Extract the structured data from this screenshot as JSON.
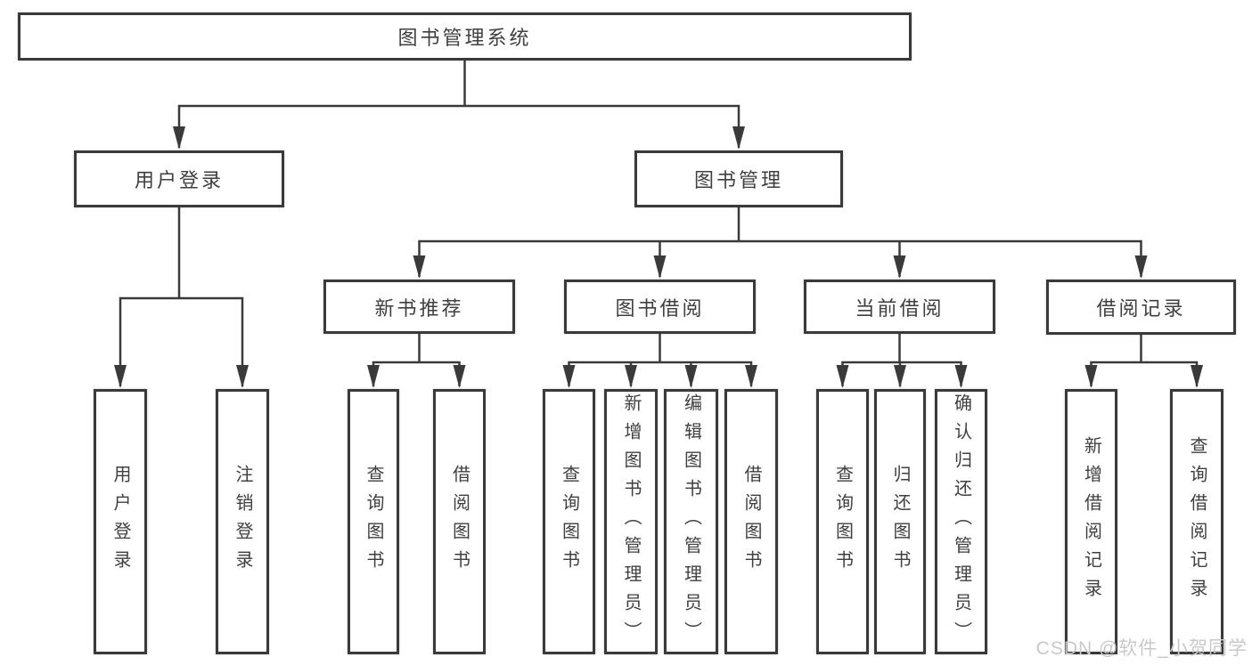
{
  "tree": {
    "label": "图书管理系统",
    "children": [
      {
        "label": "用户登录",
        "children": [
          {
            "label": "用户登录"
          },
          {
            "label": "注销登录"
          }
        ]
      },
      {
        "label": "图书管理",
        "children": [
          {
            "label": "新书推荐",
            "children": [
              {
                "label": "查询图书"
              },
              {
                "label": "借阅图书"
              }
            ]
          },
          {
            "label": "图书借阅",
            "children": [
              {
                "label": "查询图书"
              },
              {
                "label": "新增图书（管理员）"
              },
              {
                "label": "编辑图书（管理员）"
              },
              {
                "label": "借阅图书"
              }
            ]
          },
          {
            "label": "当前借阅",
            "children": [
              {
                "label": "查询图书"
              },
              {
                "label": "归还图书"
              },
              {
                "label": "确认归还（管理员）"
              }
            ]
          },
          {
            "label": "借阅记录",
            "children": [
              {
                "label": "新增借阅记录"
              },
              {
                "label": "查询借阅记录"
              }
            ]
          }
        ]
      }
    ]
  },
  "watermark": {
    "text": "CSDN @软件_小贺同学"
  },
  "colors": {
    "line": "#3a3a3a",
    "text": "#3f3f3f",
    "watermark": "#c9c9c9",
    "background": "#ffffff"
  }
}
